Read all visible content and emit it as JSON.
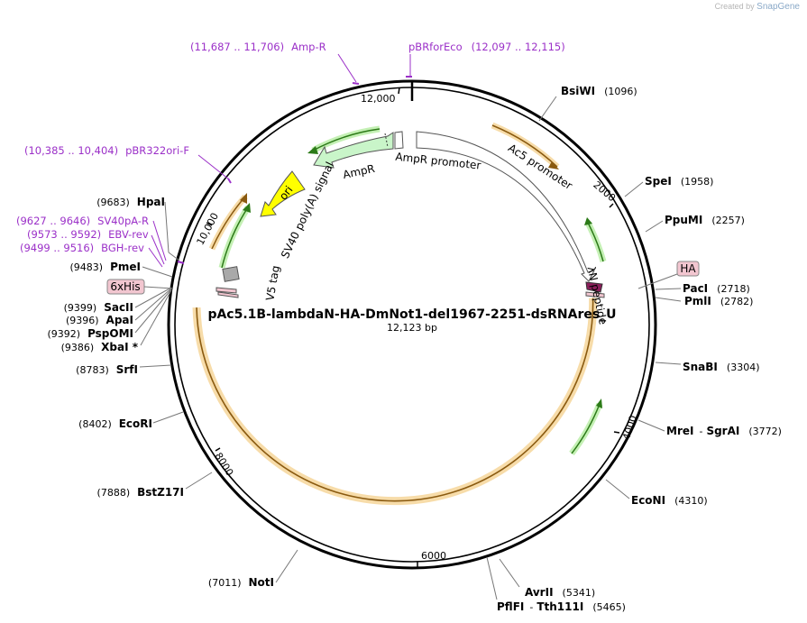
{
  "credit": {
    "prefix": "Created by",
    "brand": "SnapGene"
  },
  "plasmid": {
    "name": "pAc5.1B-lambdaN-HA-DmNot1-del1967-2251-dsRNAres_U",
    "length_label": "12,123 bp"
  },
  "ticks": [
    {
      "label": "12,000"
    },
    {
      "label": "2000"
    },
    {
      "label": "4000"
    },
    {
      "label": "6000"
    },
    {
      "label": "8000"
    },
    {
      "label": "10,000"
    }
  ],
  "enzymes": [
    {
      "name": "BsiWI",
      "pos": "(1096)"
    },
    {
      "name": "SpeI",
      "pos": "(1958)"
    },
    {
      "name": "PpuMI",
      "pos": "(2257)"
    },
    {
      "name": "PacI",
      "pos": "(2718)"
    },
    {
      "name": "PmlI",
      "pos": "(2782)"
    },
    {
      "name": "SnaBI",
      "pos": "(3304)"
    },
    {
      "name": "MreI",
      "name2": "SgrAI",
      "pos": "(3772)"
    },
    {
      "name": "EcoNI",
      "pos": "(4310)"
    },
    {
      "name": "AvrII",
      "pos": "(5341)"
    },
    {
      "name": "PflFI",
      "name2": "Tth111I",
      "pos": "(5465)"
    },
    {
      "name": "NotI",
      "pos": "(7011)"
    },
    {
      "name": "BstZ17I",
      "pos": "(7888)"
    },
    {
      "name": "EcoRI",
      "pos": "(8402)"
    },
    {
      "name": "SrfI",
      "pos": "(8783)"
    },
    {
      "name": "XbaI *",
      "pos": "(9386)"
    },
    {
      "name": "PspOMI",
      "pos": "(9392)"
    },
    {
      "name": "ApaI",
      "pos": "(9396)"
    },
    {
      "name": "SacII",
      "pos": "(9399)"
    },
    {
      "name": "PmeI",
      "pos": "(9483)"
    },
    {
      "name": "HpaI",
      "pos": "(9683)"
    }
  ],
  "primers": [
    {
      "name": "Amp-R",
      "range": "(11,687 .. 11,706)"
    },
    {
      "name": "pBRforEco",
      "range": "(12,097 .. 12,115)"
    },
    {
      "name": "pBR322ori-F",
      "range": "(10,385 .. 10,404)"
    },
    {
      "name": "SV40pA-R",
      "range": "(9627 .. 9646)"
    },
    {
      "name": "EBV-rev",
      "range": "(9573 .. 9592)"
    },
    {
      "name": "BGH-rev",
      "range": "(9499 .. 9516)"
    }
  ],
  "tags": {
    "ha": "HA",
    "his": "6xHis"
  },
  "features": {
    "ampr": "AmpR",
    "ampr_promoter": "AmpR promoter",
    "ac5_promoter": "Ac5 promoter",
    "ori": "ori",
    "sv40": "SV40 poly(A) signal",
    "v5tag": "V5 tag",
    "lambdan": "λN peptide"
  },
  "colors": {
    "orange": "#e8a33a",
    "green": "#4aa82a",
    "primer": "#9b30c8",
    "ori": "#ffff00",
    "ampr_fill": "#c9f5c9",
    "tag_fill": "#f2c6d0",
    "lambdan_fill": "#8a1e5a"
  }
}
